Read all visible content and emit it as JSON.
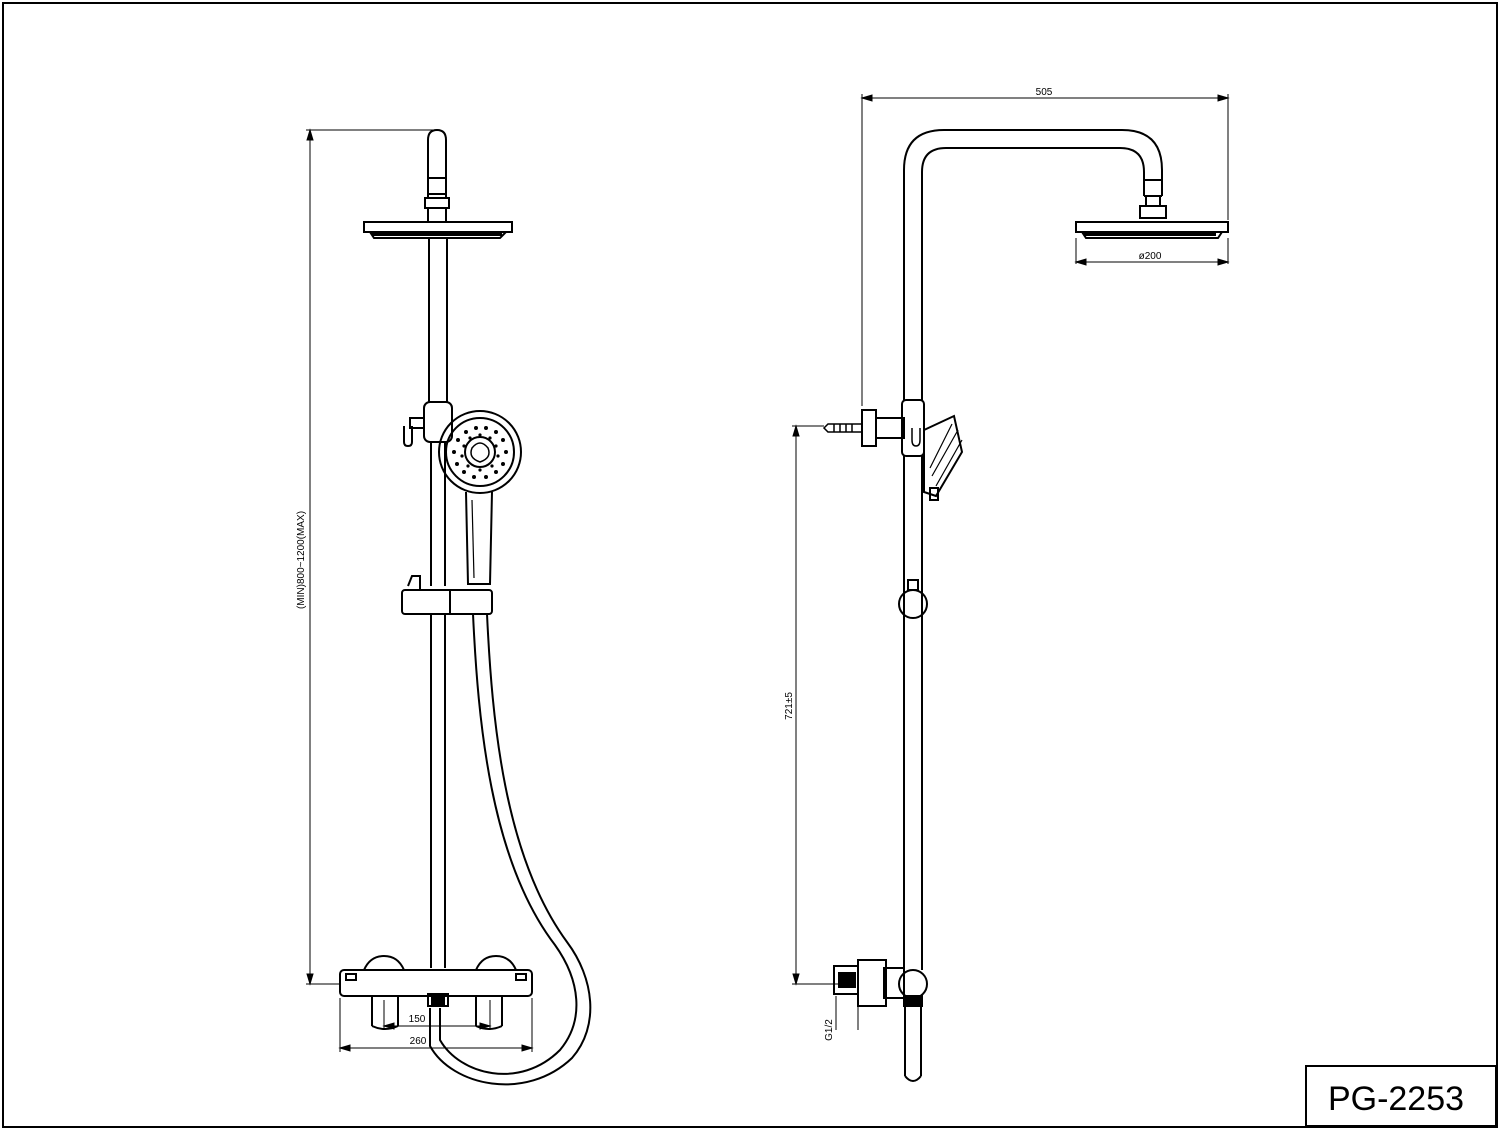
{
  "front_view": {
    "height_dim": "(MIN)800~1200(MAX)",
    "inlet_spacing": "150",
    "mixer_width": "260"
  },
  "side_view": {
    "arm_length": "505",
    "head_diameter": "ø200",
    "bracket_height": "721±5",
    "thread_size": "G1/2"
  },
  "model_number": "PG-2253"
}
